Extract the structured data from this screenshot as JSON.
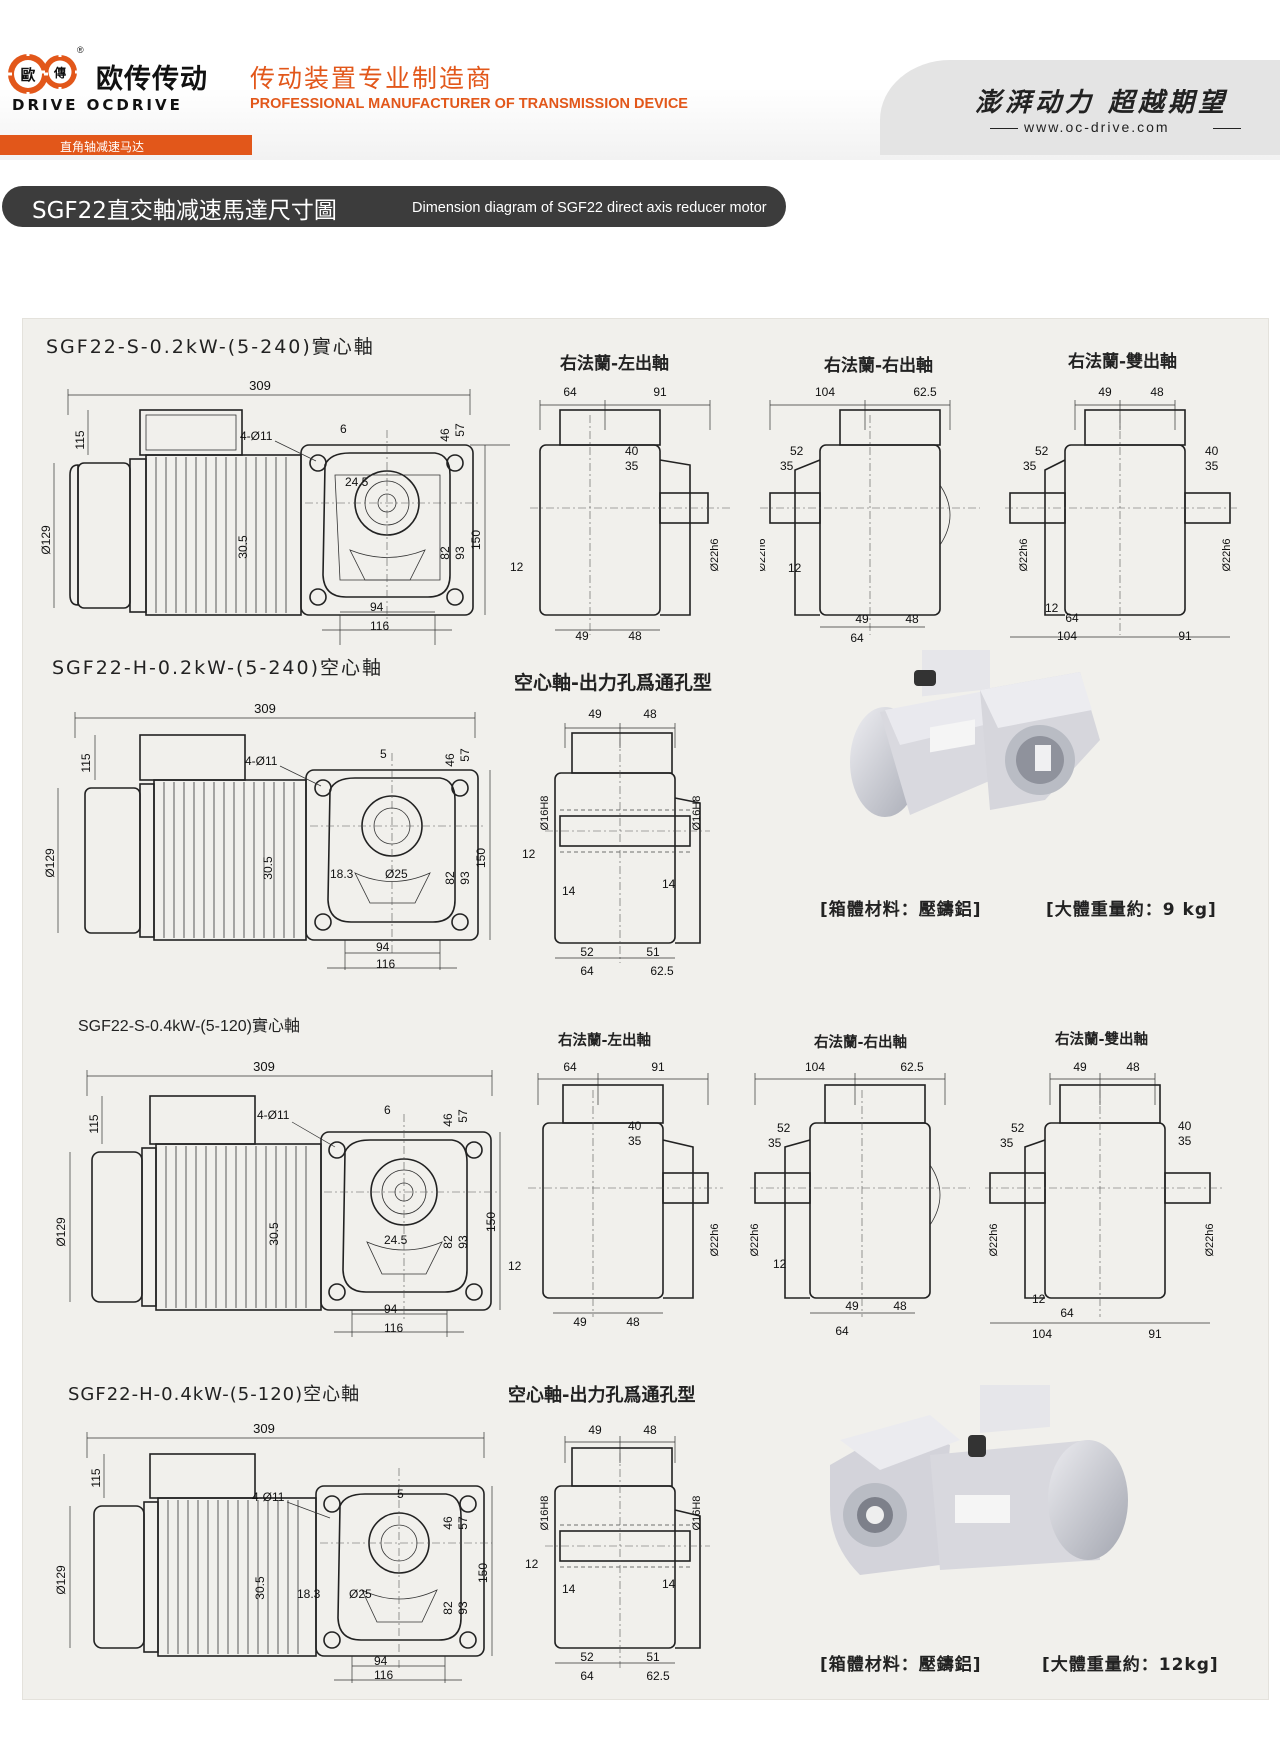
{
  "header": {
    "brand_cn": "欧传传动",
    "brand_en": "DRIVE OCDRIVE",
    "logo_glyph_1": "歐",
    "logo_glyph_2": "傳",
    "registered": "®",
    "tagline_cn": "传动装置专业制造商",
    "tagline_en": "PROFESSIONAL MANUFACTURER OF TRANSMISSION DEVICE",
    "slogan": "澎湃动力 超越期望",
    "website": "www.oc-drive.com",
    "category": "直角轴减速马达",
    "accent_color": "#e2571a"
  },
  "section": {
    "title_cn": "SGF22直交軸减速馬達尺寸圖",
    "title_en": "Dimension diagram of SGF22 direct axis reducer motor"
  },
  "titles": {
    "s02": "SGF22-S-0.2kW-(5-240)實心軸",
    "h02": "SGF22-H-0.2kW-(5-240)空心軸",
    "s04": "SGF22-S-0.4kW-(5-120)實心軸",
    "h04": "SGF22-H-0.4kW-(5-120)空心軸",
    "v_left": "右法蘭-左出軸",
    "v_right": "右法蘭-右出軸",
    "v_double": "右法蘭-雙出軸",
    "v_hollow": "空心軸-出力孔爲通孔型"
  },
  "notes": {
    "material_02": "[箱體材料：壓鑄鋁]",
    "weight_02": "[大體重量約：9 kg]",
    "material_04": "[箱體材料：壓鑄鋁]",
    "weight_04": "[大體重量約：12kg]"
  },
  "dims": {
    "d309": "309",
    "d4011": "4-Ø11",
    "d6": "6",
    "d5": "5",
    "d115": "115",
    "d129": "Ø129",
    "d30_5": "30.5",
    "d24_5": "24.5",
    "d46": "46",
    "d57": "57",
    "d82": "82",
    "d93": "93",
    "d150": "150",
    "d94": "94",
    "d116": "116",
    "d18_3": "18.3",
    "d25": "Ø25",
    "d64": "64",
    "d91": "91",
    "d104": "104",
    "d62_5": "62.5",
    "d49": "49",
    "d48": "48",
    "d40": "40",
    "d35": "35",
    "d52": "52",
    "d12": "12",
    "d22h6": "Ø22h6",
    "d16h8": "Ø16H8",
    "d14": "14",
    "d51": "51"
  },
  "product_photo_colors": {
    "body": "#d9d9df",
    "shadow": "#9da0aa"
  }
}
